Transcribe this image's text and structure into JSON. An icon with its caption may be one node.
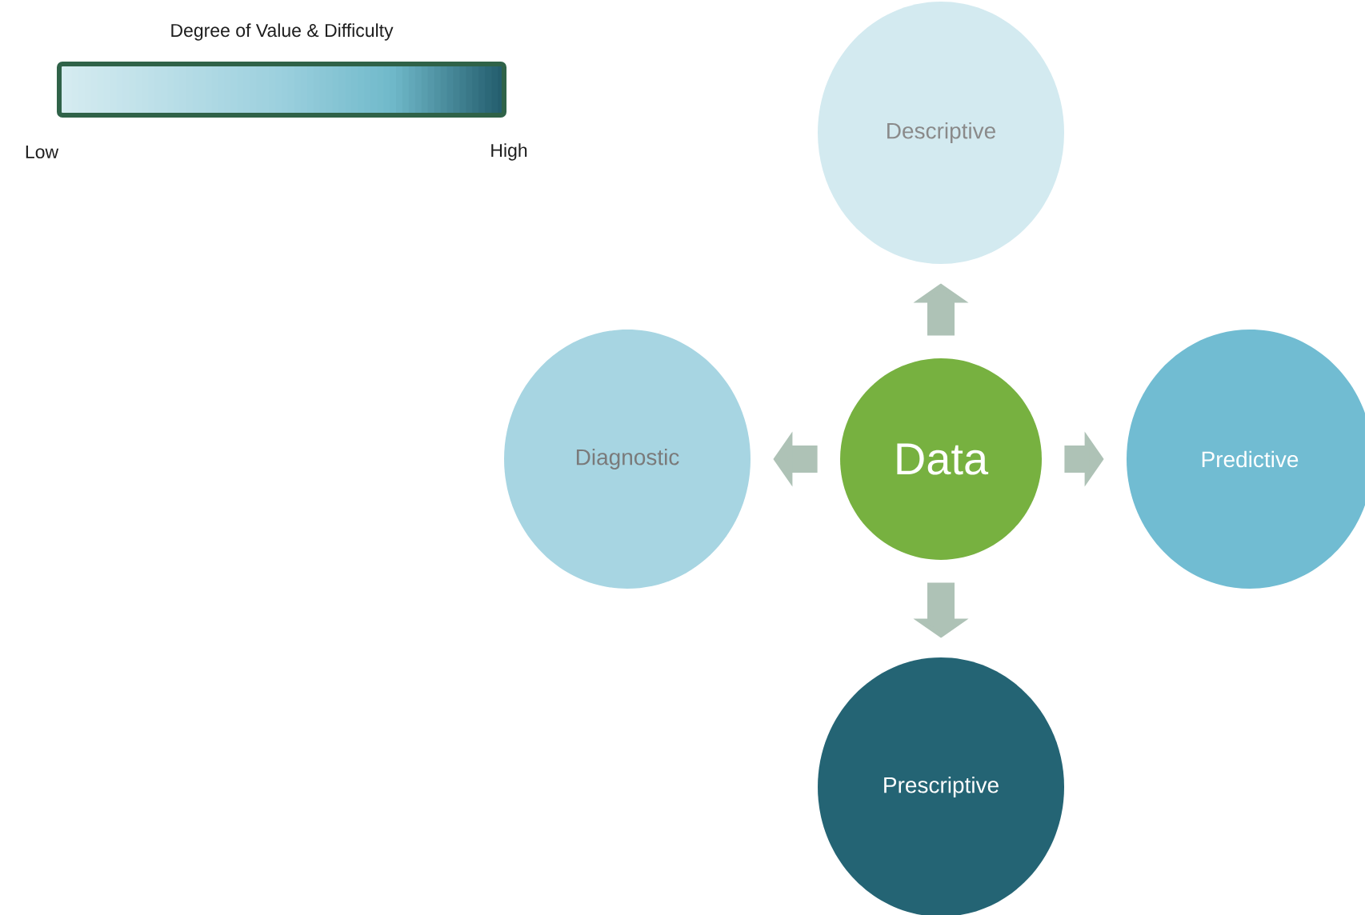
{
  "diagram": {
    "nodes": [
      {
        "text": [
          "Data"
        ]
      },
      {
        "text": [
          "Descriptive"
        ]
      },
      {
        "text": [
          "Diagnostic"
        ]
      },
      {
        "text": [
          "Predictive"
        ]
      },
      {
        "text": [
          "Prescriptive"
        ]
      }
    ],
    "edges": [
      {
        "from": 0,
        "to": 1,
        "arrow": "to"
      },
      {
        "from": 0,
        "to": 2,
        "arrow": "to"
      },
      {
        "from": 0,
        "to": 3,
        "arrow": "to"
      },
      {
        "from": 0,
        "to": 4,
        "arrow": "to"
      }
    ],
    "labels": [
      "Degree of Value & Difficulty",
      "Low",
      "High"
    ]
  }
}
